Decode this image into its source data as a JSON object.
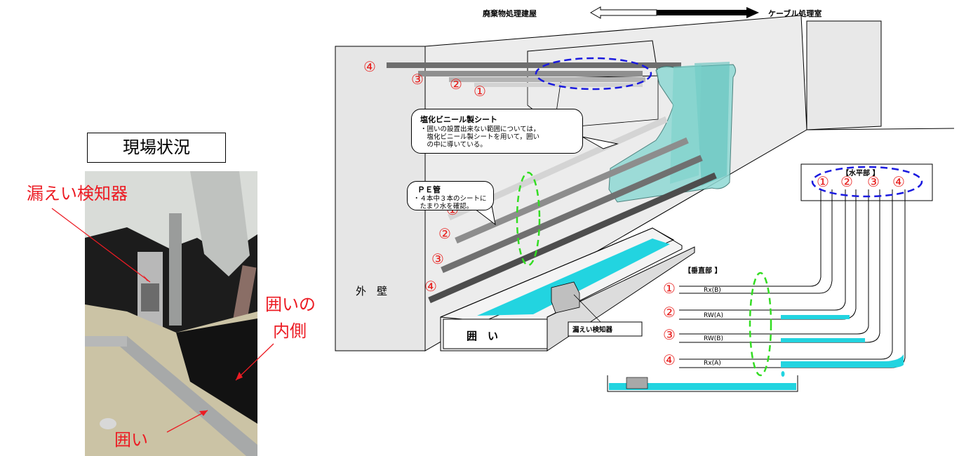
{
  "top_arrow": {
    "left_label": "廃棄物処理建屋",
    "right_label": "ケーブル処理室"
  },
  "photo": {
    "title": "現場状況",
    "label_detector": "漏えい検知器",
    "label_inside_line1": "囲いの",
    "label_inside_line2": "内側",
    "label_enclosure": "囲い"
  },
  "wall": {
    "label_outer_wall": "外　壁",
    "label_enclosure": "囲　い",
    "label_detector": "漏えい検知器"
  },
  "callout_vinyl": {
    "title": "塩化ビニール製シート",
    "text": "・囲いの設置出来ない範囲については，\n　塩化ビニール製シートを用いて，囲い\n　の中に導いている。"
  },
  "callout_pe": {
    "title": "ＰＥ管",
    "text": "・４本中３本のシートに\n　たまり水を確認。"
  },
  "pipe_numbers": [
    "①",
    "②",
    "③",
    "④"
  ],
  "horizontal_section": {
    "label": "【水平部 】"
  },
  "vertical_section": {
    "label": "【垂直部 】",
    "rows": [
      {
        "num": "①",
        "name": "Rx(B)"
      },
      {
        "num": "②",
        "name": "RW(A)"
      },
      {
        "num": "③",
        "name": "RW(B)"
      },
      {
        "num": "④",
        "name": "Rx(A)"
      }
    ]
  },
  "colors": {
    "water": "#22d4e0",
    "sheet": "#8fd9d4",
    "wall": "#e8e8e8",
    "number_red": "#e8201e",
    "dashed_blue": "#1a1adf",
    "dashed_green": "#33dd22"
  }
}
